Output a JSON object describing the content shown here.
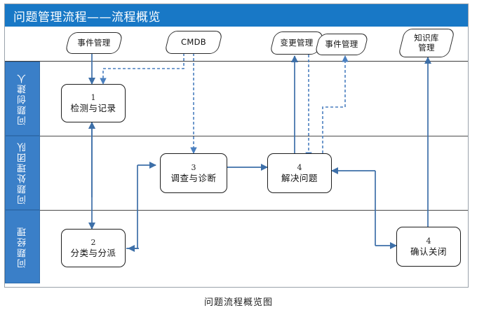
{
  "title": "问题管理流程——流程概览",
  "caption": "问题流程概览图",
  "colors": {
    "title_bar": "#1878c6",
    "lane_label_bg": "#3a7fc8",
    "connector_solid": "#3d6fa8",
    "connector_dashed": "#4a7fbf",
    "box_border": "#1d1d1d"
  },
  "lanes": [
    {
      "label": "问题创建人"
    },
    {
      "label": "问题处理团队"
    },
    {
      "label": "问题经理"
    }
  ],
  "sources": [
    {
      "label": "事件管理"
    },
    {
      "label": "CMDB"
    },
    {
      "label": "变更管理"
    },
    {
      "label": "事件管理"
    },
    {
      "label_line1": "知识库",
      "label_line2": "管理"
    }
  ],
  "steps": [
    {
      "num": "1",
      "name": "检测与记录",
      "lane": "问题创建人"
    },
    {
      "num": "2",
      "name": "分类与分派",
      "lane": "问题经理"
    },
    {
      "num": "3",
      "name": "调查与诊断",
      "lane": "问题处理团队"
    },
    {
      "num": "4",
      "name": "解决问题",
      "lane": "问题处理团队"
    },
    {
      "num": "4",
      "name": "确认关闭",
      "lane": "问题经理"
    }
  ]
}
